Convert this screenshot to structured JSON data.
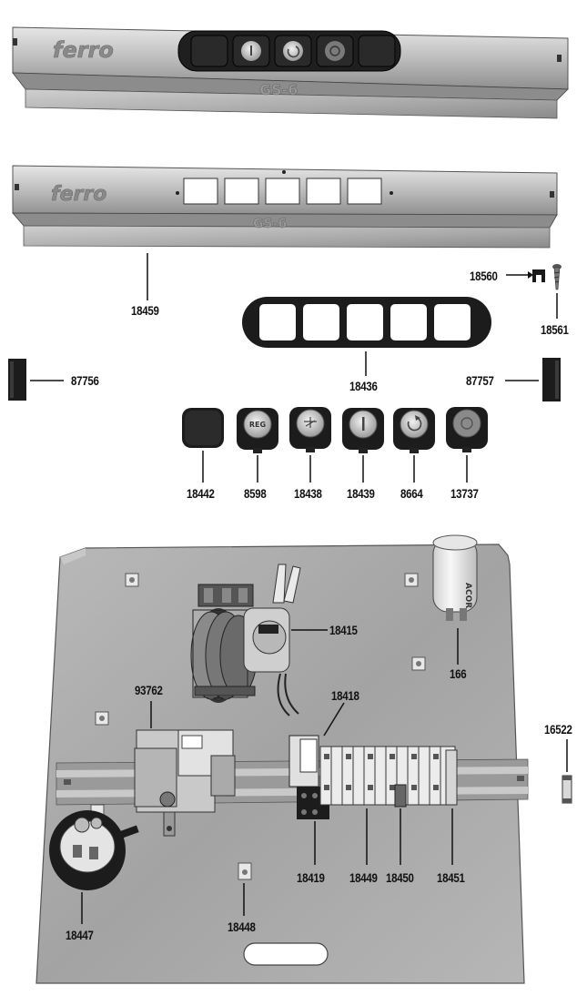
{
  "colors": {
    "metal_light": "#d9d9d9",
    "metal_mid": "#a8a8a8",
    "metal_dark": "#6e6e6e",
    "ink": "#111111",
    "panel_black": "#1c1c1c"
  },
  "top_panel": {
    "brand": "ferro",
    "model": "GS-6",
    "icons": [
      "info-icon",
      "cycle-icon",
      "power-icon"
    ]
  },
  "bare_panel": {
    "brand": "ferro",
    "model": "GS-6"
  },
  "parts": {
    "p18459": "18459",
    "p18560": "18560",
    "p18561": "18561",
    "p18436": "18436",
    "p87756": "87756",
    "p87757": "87757",
    "p18442": "18442",
    "p8598": "8598",
    "p18438": "18438",
    "p18439": "18439",
    "p8664": "8664",
    "p13737": "13737",
    "p18415": "18415",
    "p166": "166",
    "p93762": "93762",
    "p18418": "18418",
    "p16522": "16522",
    "p18419": "18419",
    "p18449": "18449",
    "p18450": "18450",
    "p18451": "18451",
    "p18447": "18447",
    "p18448": "18448"
  },
  "buttons": {
    "reg_text": "REG",
    "icons": [
      "blank-cap-icon",
      "reg-button-icon",
      "prewash-icon",
      "info-icon",
      "cycle-icon",
      "power-icon"
    ]
  },
  "capacitor_text": "ACOR"
}
